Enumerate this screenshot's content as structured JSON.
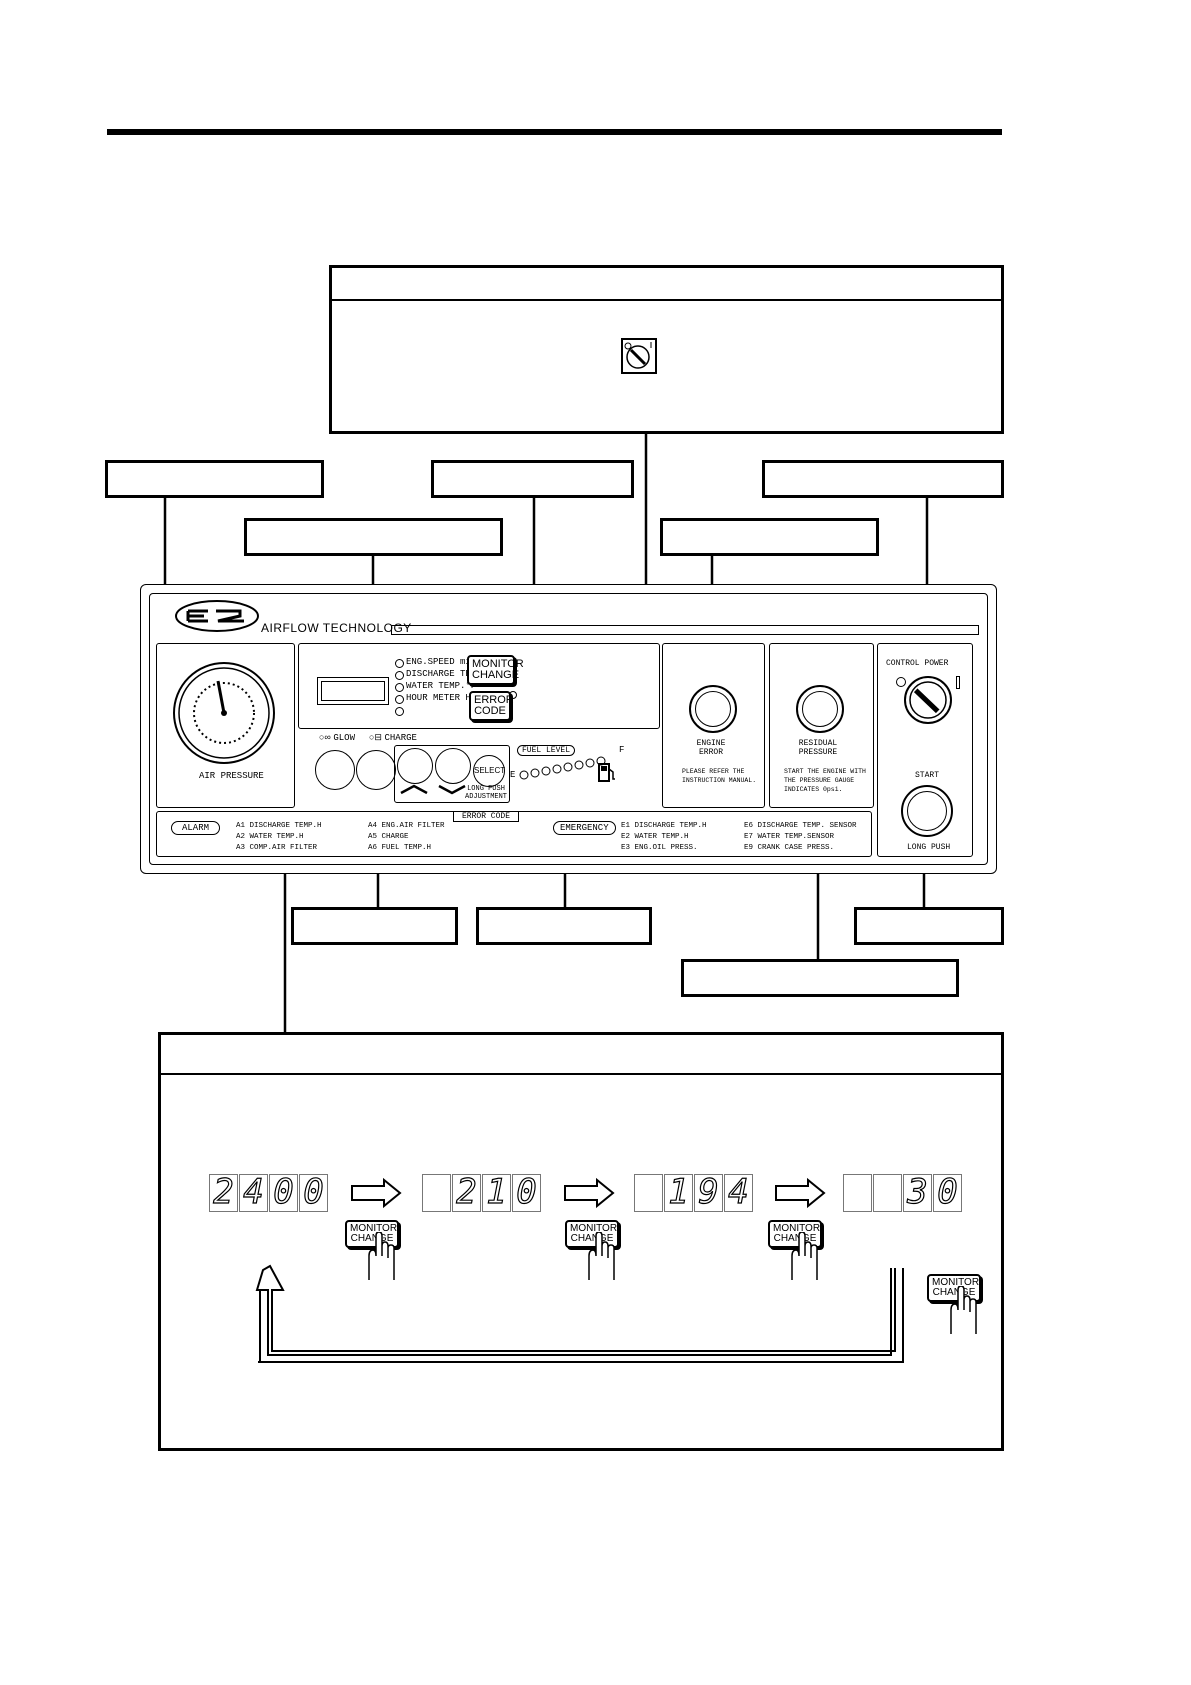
{
  "panel": {
    "brand_text": "AIRFLOW TECHNOLOGY",
    "gauge_label": "AIR PRESSURE",
    "monitor_items": [
      "ENG.SPEED min⁻¹",
      "DISCHARGE TEMP.°F",
      "WATER TEMP.°F",
      "HOUR METER Hr",
      ""
    ],
    "monitor_change_label_1": "MONITOR",
    "monitor_change_label_2": "CHANGE",
    "error_code_label_1": "ERROR",
    "error_code_label_2": "CODE",
    "glow_label": "GLOW",
    "charge_label": "CHARGE",
    "select_label": "SELECT",
    "long_push_adjustment_1": "LONG PUSH",
    "long_push_adjustment_2": "ADJUSTMENT",
    "error_code_caption": "ERROR CODE",
    "fuel_level_label": "FUEL LEVEL",
    "fuel_e": "E",
    "fuel_f": "F",
    "engine_error_1": "ENGINE",
    "engine_error_2": "ERROR",
    "engine_error_note_1": "PLEASE REFER THE",
    "engine_error_note_2": "INSTRUCTION MANUAL.",
    "residual_pressure_1": "RESIDUAL",
    "residual_pressure_2": "PRESSURE",
    "residual_note_1": "START THE ENGINE WITH",
    "residual_note_2": "THE PRESSURE GAUGE",
    "residual_note_3": "INDICATES 0psi.",
    "control_power_label": "CONTROL POWER",
    "start_label": "START",
    "long_push_label": "LONG PUSH",
    "alarm_label": "ALARM",
    "alarm_codes_col1": [
      "A1 DISCHARGE TEMP.H",
      "A2 WATER TEMP.H",
      "A3 COMP.AIR FILTER"
    ],
    "alarm_codes_col2": [
      "A4 ENG.AIR FILTER",
      "A5 CHARGE",
      "A6 FUEL TEMP.H"
    ],
    "emergency_label": "EMERGENCY",
    "emergency_col1": [
      "E1 DISCHARGE TEMP.H",
      "E2 WATER TEMP.H",
      "E3 ENG.OIL PRESS."
    ],
    "emergency_col2": [
      "E6 DISCHARGE TEMP. SENSOR",
      "E7 WATER TEMP.SENSOR",
      "E9 CRANK CASE PRESS."
    ]
  },
  "monitor_sequence": {
    "displays": [
      [
        "2",
        "4",
        "0",
        "0"
      ],
      [
        "",
        "2",
        "1",
        "0"
      ],
      [
        "",
        "1",
        "9",
        "4"
      ],
      [
        "",
        "",
        "3",
        "0"
      ]
    ],
    "button_label_1": "MONITOR",
    "button_label_2": "CHANGE"
  }
}
